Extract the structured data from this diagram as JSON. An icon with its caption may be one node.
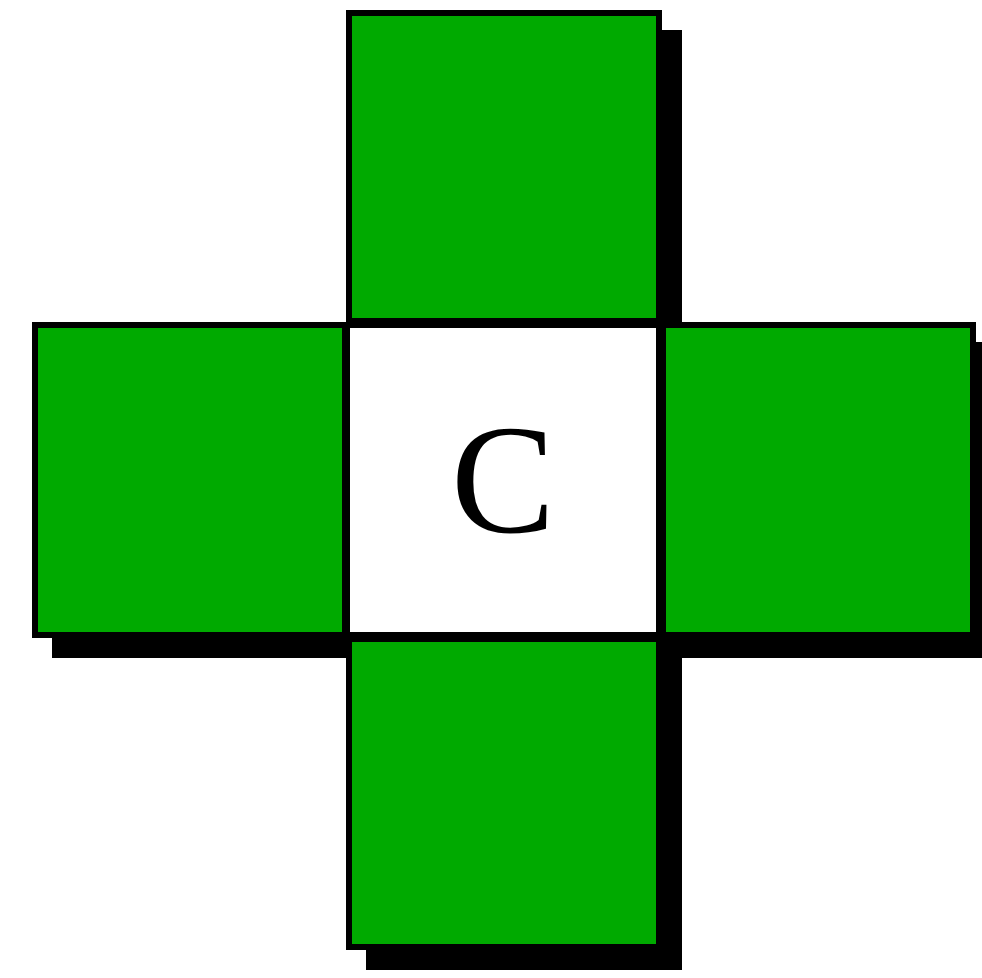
{
  "diagram": {
    "nodes": [
      {
        "text": [],
        "shape": "box"
      },
      {
        "text": [],
        "shape": "box"
      },
      {
        "text": [
          "C"
        ]
      },
      {
        "text": [],
        "shape": "box"
      },
      {
        "text": [],
        "shape": "box"
      }
    ]
  }
}
